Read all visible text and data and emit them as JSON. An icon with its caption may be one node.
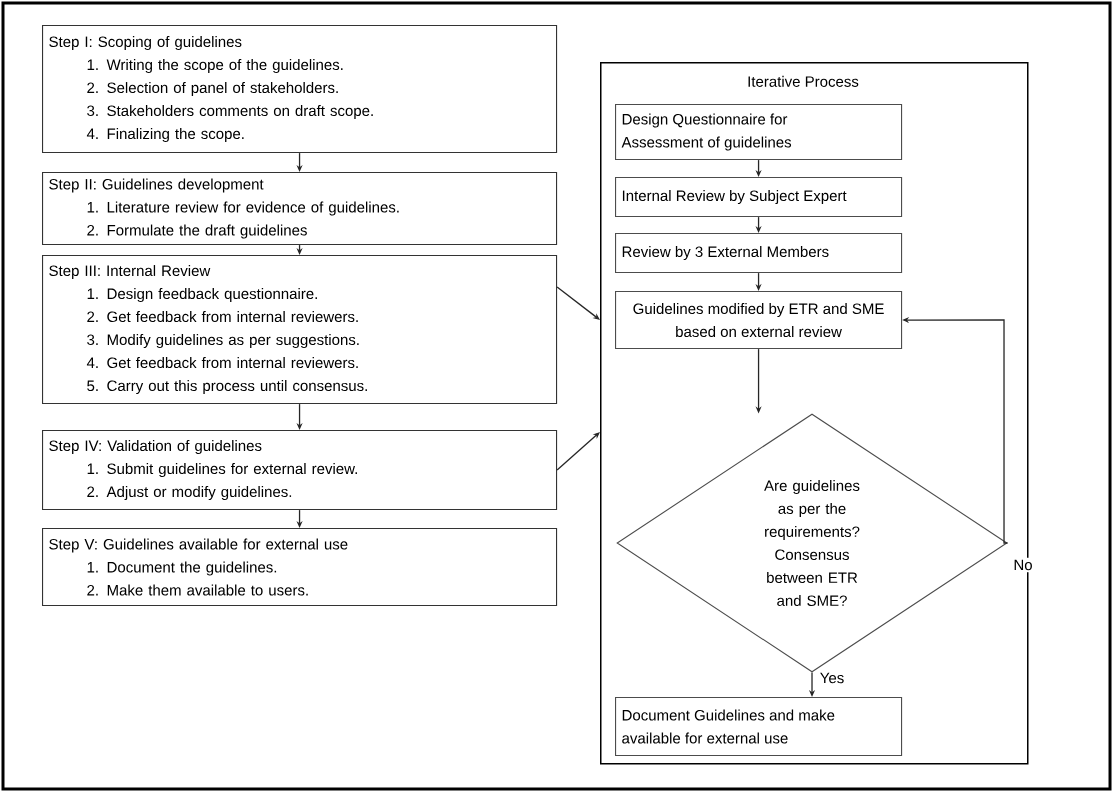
{
  "diagram": {
    "nodes": [
      {
        "text": [
          "Step I: Scoping of guidelines",
          "1. Writing the scope of the guidelines.",
          "2. Selection of panel of stakeholders.",
          "3. Stakeholders comments on draft scope.",
          "4. Finalizing the scope."
        ]
      },
      {
        "text": [
          "Step II: Guidelines development",
          "1.  Literature review for evidence of guidelines.",
          "2.  Formulate the draft guidelines"
        ]
      },
      {
        "text": [
          "Step III: Internal Review",
          "1.  Design feedback questionnaire.",
          "2.  Get feedback from internal reviewers.",
          "3.  Modify guidelines as per suggestions.",
          "4.  Get feedback from internal reviewers.",
          "5.  Carry out this process until consensus."
        ]
      },
      {
        "text": [
          "Step IV: Validation of guidelines",
          "1.  Submit guidelines for external review.",
          "2.  Adjust or modify guidelines."
        ]
      },
      {
        "text": [
          "Step V: Guidelines available for external use",
          "1.  Document the guidelines.",
          "2.  Make them available to users."
        ]
      },
      {
        "text": [
          "Iterative Process"
        ]
      },
      {
        "text": [
          "Design Questionnaire for Assessment of guidelines"
        ],
        "in": 5
      },
      {
        "text": [
          "Internal Review by Subject Expert"
        ],
        "in": 5
      },
      {
        "text": [
          "Review by 3 External Members"
        ],
        "in": 5
      },
      {
        "text": [
          "Guidelines modified by ETR and SME based on external review"
        ],
        "in": 5
      },
      {
        "text": [
          "Are guidelines as per the requirements? Consensus between ETR and SME?"
        ],
        "in": 5
      },
      {
        "text": [
          "Document Guidelines and make available for external use"
        ],
        "in": 5
      }
    ],
    "edges": [
      {
        "from": 0,
        "to": 1,
        "arrow": "to"
      },
      {
        "from": 1,
        "to": 2,
        "arrow": "to"
      },
      {
        "from": 2,
        "to": 3,
        "arrow": "to"
      },
      {
        "from": 3,
        "to": 4,
        "arrow": "to"
      },
      {
        "from": 2,
        "to": 5,
        "arrow": "to"
      },
      {
        "from": 3,
        "to": 5,
        "arrow": "to"
      },
      {
        "from": 6,
        "to": 7,
        "arrow": "to"
      },
      {
        "from": 7,
        "to": 8,
        "arrow": "to"
      },
      {
        "from": 8,
        "to": 9,
        "arrow": "to"
      },
      {
        "from": 9,
        "to": 10,
        "arrow": "to"
      },
      {
        "from": 10,
        "to": 9,
        "arrow": "to",
        "label": "No"
      },
      {
        "from": 10,
        "to": 11,
        "arrow": "to",
        "label": "Yes"
      }
    ]
  }
}
